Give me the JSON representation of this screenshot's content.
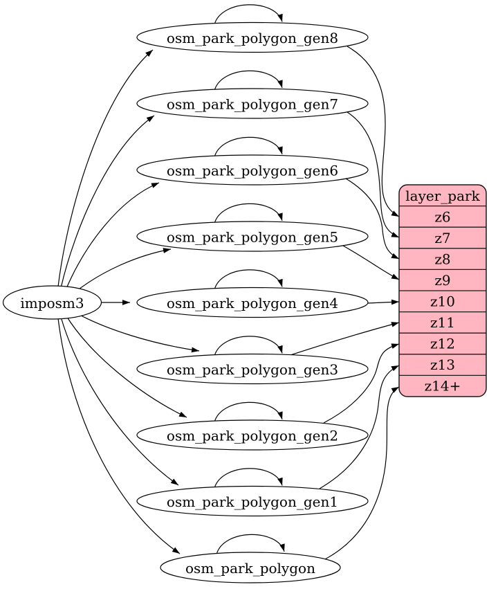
{
  "diagram": {
    "type": "graphviz-dependency-diagram",
    "source_node": {
      "label": "imposm3"
    },
    "nodes": [
      {
        "label": "osm_park_polygon_gen8"
      },
      {
        "label": "osm_park_polygon_gen7"
      },
      {
        "label": "osm_park_polygon_gen6"
      },
      {
        "label": "osm_park_polygon_gen5"
      },
      {
        "label": "osm_park_polygon_gen4"
      },
      {
        "label": "osm_park_polygon_gen3"
      },
      {
        "label": "osm_park_polygon_gen2"
      },
      {
        "label": "osm_park_polygon_gen1"
      },
      {
        "label": "osm_park_polygon"
      }
    ],
    "layer_table": {
      "title": "layer_park",
      "rows": [
        "z6",
        "z7",
        "z8",
        "z9",
        "z10",
        "z11",
        "z12",
        "z13",
        "z14+"
      ]
    },
    "edges": [
      {
        "from": "imposm3",
        "to": "osm_park_polygon_gen8"
      },
      {
        "from": "imposm3",
        "to": "osm_park_polygon_gen7"
      },
      {
        "from": "imposm3",
        "to": "osm_park_polygon_gen6"
      },
      {
        "from": "imposm3",
        "to": "osm_park_polygon_gen5"
      },
      {
        "from": "imposm3",
        "to": "osm_park_polygon_gen4"
      },
      {
        "from": "imposm3",
        "to": "osm_park_polygon_gen3"
      },
      {
        "from": "imposm3",
        "to": "osm_park_polygon_gen2"
      },
      {
        "from": "imposm3",
        "to": "osm_park_polygon_gen1"
      },
      {
        "from": "imposm3",
        "to": "osm_park_polygon"
      },
      {
        "from": "osm_park_polygon_gen8",
        "to": "osm_park_polygon_gen8"
      },
      {
        "from": "osm_park_polygon_gen7",
        "to": "osm_park_polygon_gen7"
      },
      {
        "from": "osm_park_polygon_gen6",
        "to": "osm_park_polygon_gen6"
      },
      {
        "from": "osm_park_polygon_gen5",
        "to": "osm_park_polygon_gen5"
      },
      {
        "from": "osm_park_polygon_gen4",
        "to": "osm_park_polygon_gen4"
      },
      {
        "from": "osm_park_polygon_gen3",
        "to": "osm_park_polygon_gen3"
      },
      {
        "from": "osm_park_polygon_gen2",
        "to": "osm_park_polygon_gen2"
      },
      {
        "from": "osm_park_polygon_gen1",
        "to": "osm_park_polygon_gen1"
      },
      {
        "from": "osm_park_polygon",
        "to": "osm_park_polygon"
      },
      {
        "from": "osm_park_polygon_gen8",
        "to": "z6"
      },
      {
        "from": "osm_park_polygon_gen7",
        "to": "z7"
      },
      {
        "from": "osm_park_polygon_gen6",
        "to": "z8"
      },
      {
        "from": "osm_park_polygon_gen5",
        "to": "z9"
      },
      {
        "from": "osm_park_polygon_gen4",
        "to": "z10"
      },
      {
        "from": "osm_park_polygon_gen3",
        "to": "z11"
      },
      {
        "from": "osm_park_polygon_gen2",
        "to": "z12"
      },
      {
        "from": "osm_park_polygon_gen1",
        "to": "z13"
      },
      {
        "from": "osm_park_polygon",
        "to": "z14+"
      }
    ],
    "colors": {
      "layer_table_fill": "#ffb6c1",
      "node_fill": "#ffffff",
      "stroke": "#000000",
      "background": "#ffffff"
    }
  }
}
